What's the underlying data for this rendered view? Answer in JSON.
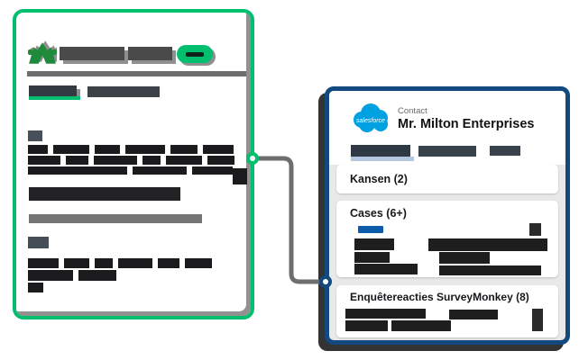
{
  "colors": {
    "surveymonkey_green": "#00BF6F",
    "surveymonkey_logo_green": "#1F8A3B",
    "salesforce_border_navy": "#12497E",
    "salesforce_cloud_blue": "#00A1E0",
    "link_blue": "#0B5CAB",
    "connector_gray": "#6E6E6E",
    "offset_shadow_gray": "#8F8F8F",
    "offset_shadow_charcoal": "#333333"
  },
  "surveymonkey_card": {
    "logo_icon": "surveymonkey-monkey-icon",
    "close_button_icon": "minus-dash-icon",
    "note": "wireframe survey window with redacted placeholder text"
  },
  "connector": {
    "style": "elbow line with endpoint dots",
    "left_dot_color": "#00BF6F",
    "right_dot_color": "#12497E"
  },
  "salesforce_card": {
    "logo_icon": "salesforce-cloud-icon",
    "logo_text": "salesforce",
    "header": {
      "record_type": "Contact",
      "record_name": "Mr. Milton Enterprises"
    },
    "sections": [
      {
        "title": "Kansen (2)"
      },
      {
        "title": "Cases (6+)"
      },
      {
        "title": "Enquêtereacties SurveyMonkey (8)"
      }
    ]
  }
}
